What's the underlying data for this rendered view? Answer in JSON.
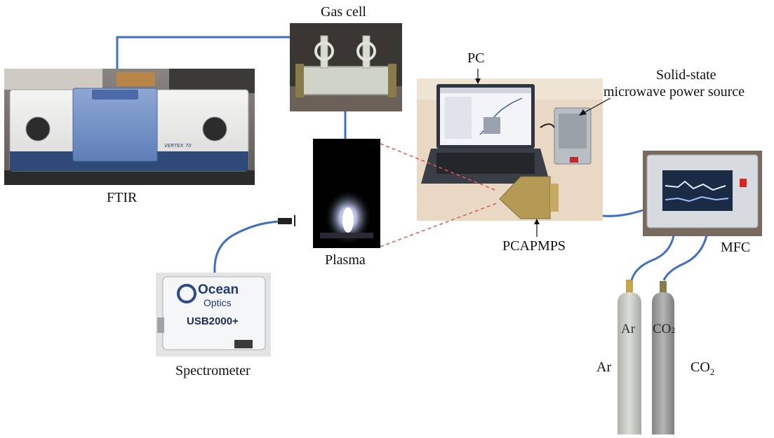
{
  "labels": {
    "gas_cell": "Gas cell",
    "ftir": "FTIR",
    "plasma": "Plasma",
    "pc": "PC",
    "power_source_line1": "Solid-state",
    "power_source_line2": "microwave power source",
    "pcapmps": "PCAPMPS",
    "mfc": "MFC",
    "spectrometer": "Spectrometer",
    "ar": "Ar",
    "co2_main": "CO",
    "co2_sub": "2"
  },
  "device_text": {
    "ftir_badge": "VERTEX 70",
    "ocean_word1": "Ocean",
    "ocean_word2": "Optics",
    "usb_model": "USB2000+",
    "cylinder_ar": "Ar",
    "cylinder_co2_main": "CO",
    "cylinder_co2_sub": "2"
  },
  "colors": {
    "tube": "#3f6fc4",
    "laser": "#e05555",
    "ftir_blue": "#6f8fc4",
    "ar_cylinder": "#c9ccc7",
    "co2_cylinder": "#a3a3a3"
  }
}
